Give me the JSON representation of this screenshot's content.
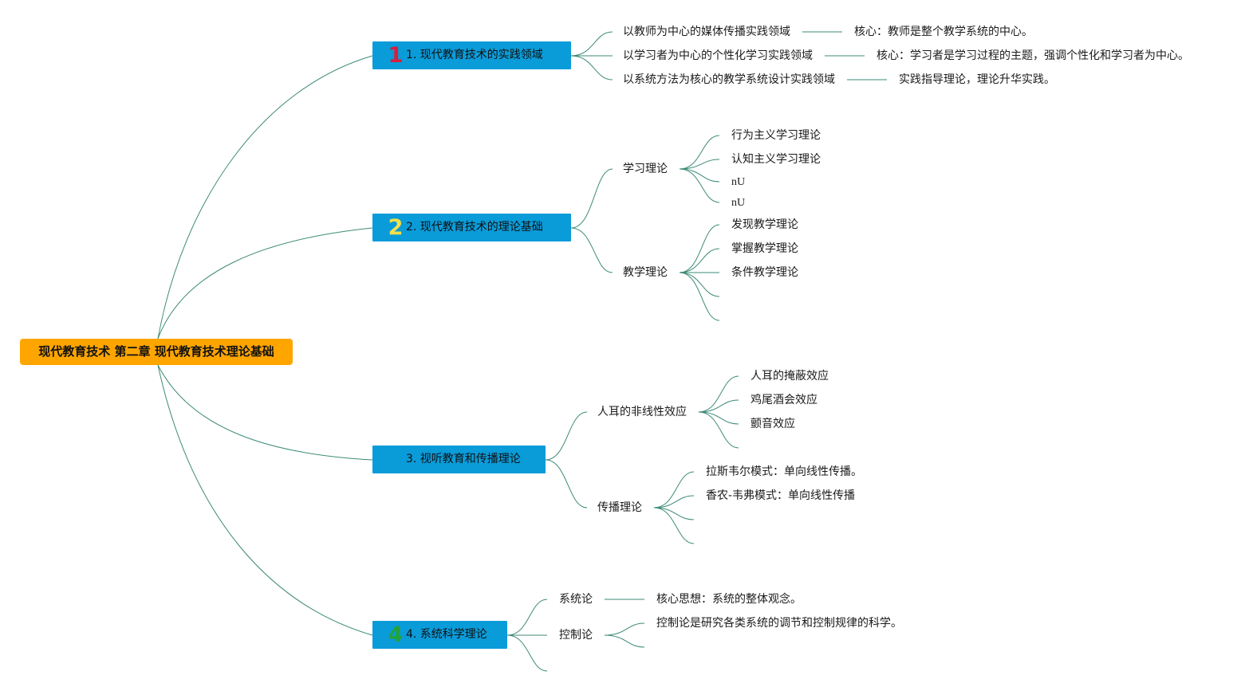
{
  "root": {
    "label": "现代教育技术 第二章 现代教育技术理论基础",
    "color": "#ffa500"
  },
  "branch_color": "#0a9bd9",
  "line_color": "#3d8a78",
  "branches": [
    {
      "label": "1. 现代教育技术的实践领域",
      "badge": "1",
      "badge_color": "#d81e3c",
      "children": [
        {
          "label": "以教师为中心的媒体传播实践领域",
          "note": "核心：教师是整个教学系统的中心。"
        },
        {
          "label": "以学习者为中心的个性化学习实践领域",
          "note": "核心：学习者是学习过程的主题，强调个性化和学习者为中心。"
        },
        {
          "label": "以系统方法为核心的教学系统设计实践领域",
          "note": "实践指导理论，理论升华实践。"
        }
      ]
    },
    {
      "label": "2. 现代教育技术的理论基础",
      "badge": "2",
      "badge_color": "#f5e04a",
      "children": [
        {
          "label": "学习理论",
          "items": [
            "行为主义学习理论",
            "认知主义学习理论",
            "nU",
            "nU"
          ]
        },
        {
          "label": "教学理论",
          "items": [
            "发现教学理论",
            "掌握教学理论",
            "条件教学理论",
            "",
            ""
          ]
        }
      ]
    },
    {
      "label": "3. 视听教育和传播理论",
      "badge": "",
      "badge_color": "",
      "children": [
        {
          "label": "人耳的非线性效应",
          "items": [
            "人耳的掩蔽效应",
            "鸡尾酒会效应",
            "颤音效应",
            ""
          ]
        },
        {
          "label": "传播理论",
          "items": [
            "拉斯韦尔模式：单向线性传播。",
            "香农-韦弗模式：单向线性传播",
            "",
            ""
          ]
        }
      ]
    },
    {
      "label": "4. 系统科学理论",
      "badge": "4",
      "badge_color": "#22a33a",
      "children": [
        {
          "label": "系统论",
          "items": [
            "核心思想：系统的整体观念。"
          ]
        },
        {
          "label": "控制论",
          "items": [
            "控制论是研究各类系统的调节和控制规律的科学。",
            ""
          ]
        },
        {
          "label": ""
        }
      ]
    }
  ]
}
